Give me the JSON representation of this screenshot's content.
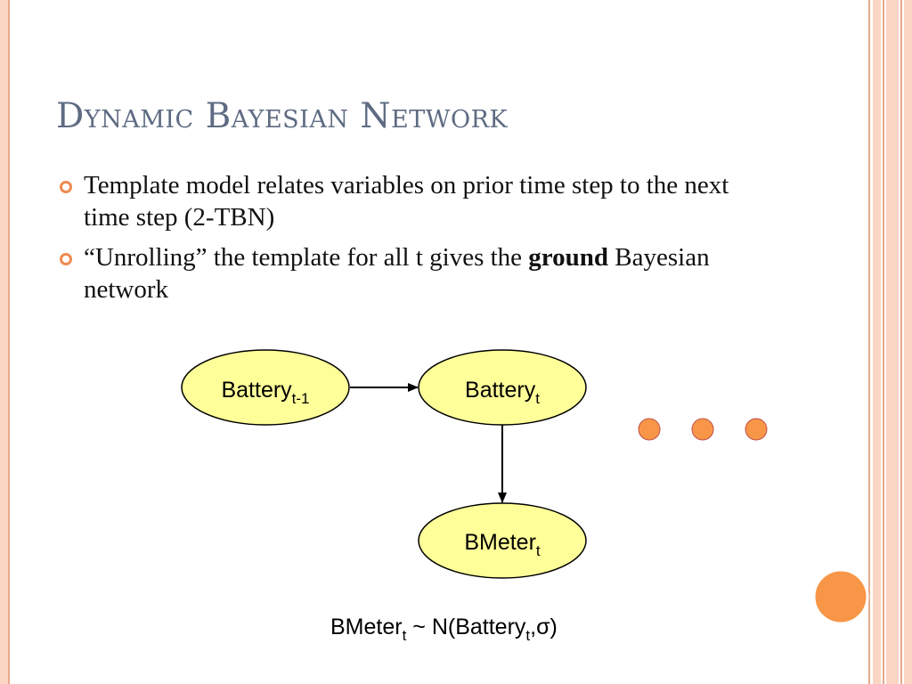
{
  "slide": {
    "title": "Dynamic Bayesian Network",
    "bullets": [
      {
        "text": "Template model relates variables on prior time step to the next time step (2-TBN)"
      },
      {
        "prefix": "“Unrolling” the template for all t gives the ",
        "bold": "ground",
        "suffix": " Bayesian network"
      }
    ]
  },
  "diagram": {
    "nodes": [
      {
        "id": "battery_prev",
        "label": "Battery",
        "subscript": "t-1"
      },
      {
        "id": "battery_t",
        "label": "Battery",
        "subscript": "t"
      },
      {
        "id": "bmeter_t",
        "label": "BMeter",
        "subscript": "t"
      }
    ],
    "edges": [
      {
        "from": "battery_prev",
        "to": "battery_t"
      },
      {
        "from": "battery_t",
        "to": "bmeter_t"
      }
    ],
    "continuation": "ellipsis-dots",
    "formula": {
      "lhs": "BMeter",
      "lhs_sub": "t",
      "op": " ~ N(Battery",
      "rhs_sub": "t",
      "tail": ",σ)"
    }
  },
  "colors": {
    "title": "#5e6b82",
    "bullet": "#ef8b4f",
    "node_fill": "#ffff99",
    "dot_fill": "#f79646",
    "border_band": "#fbd6c4",
    "border_line": "#e8a98c"
  }
}
